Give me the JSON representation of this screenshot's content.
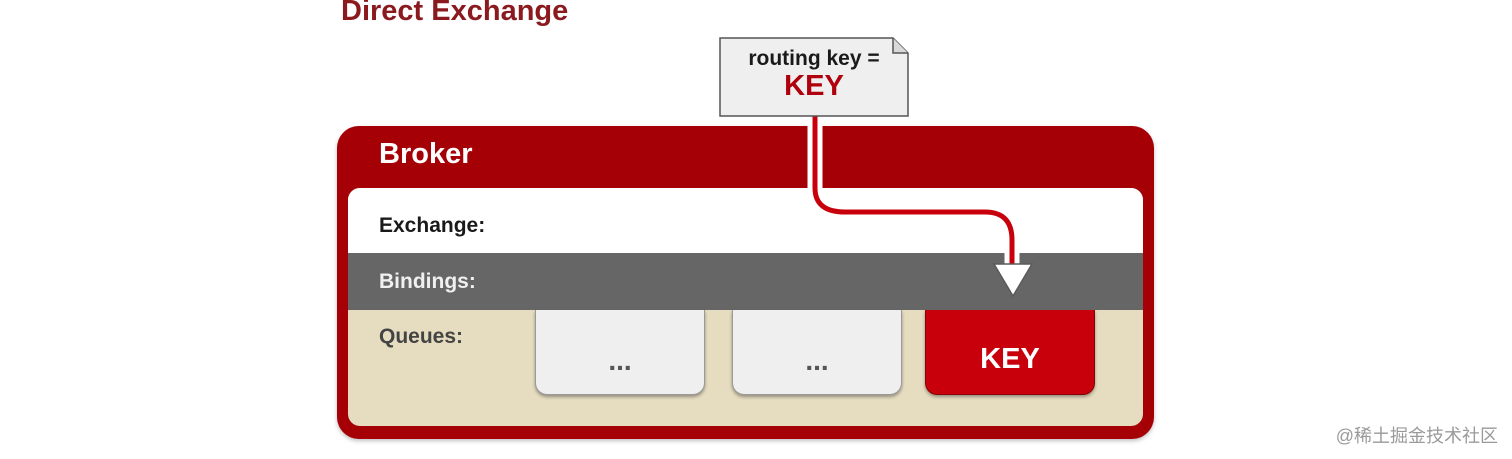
{
  "title": "Direct Exchange",
  "note": {
    "line1": "routing key =",
    "line2": "KEY"
  },
  "broker": {
    "label": "Broker",
    "rows": {
      "exchange": "Exchange:",
      "bindings": "Bindings:",
      "queues": "Queues:"
    },
    "queues": [
      {
        "label": "..."
      },
      {
        "label": "..."
      },
      {
        "label": "KEY"
      }
    ]
  },
  "watermark": "@稀土掘金技术社区",
  "colors": {
    "title": "#8b1a1f",
    "broker": "#a50006",
    "bindings_row": "#666666",
    "queues_row": "#e6dcc0",
    "queue_match": "#c8000c",
    "key_text": "#b0000e"
  }
}
